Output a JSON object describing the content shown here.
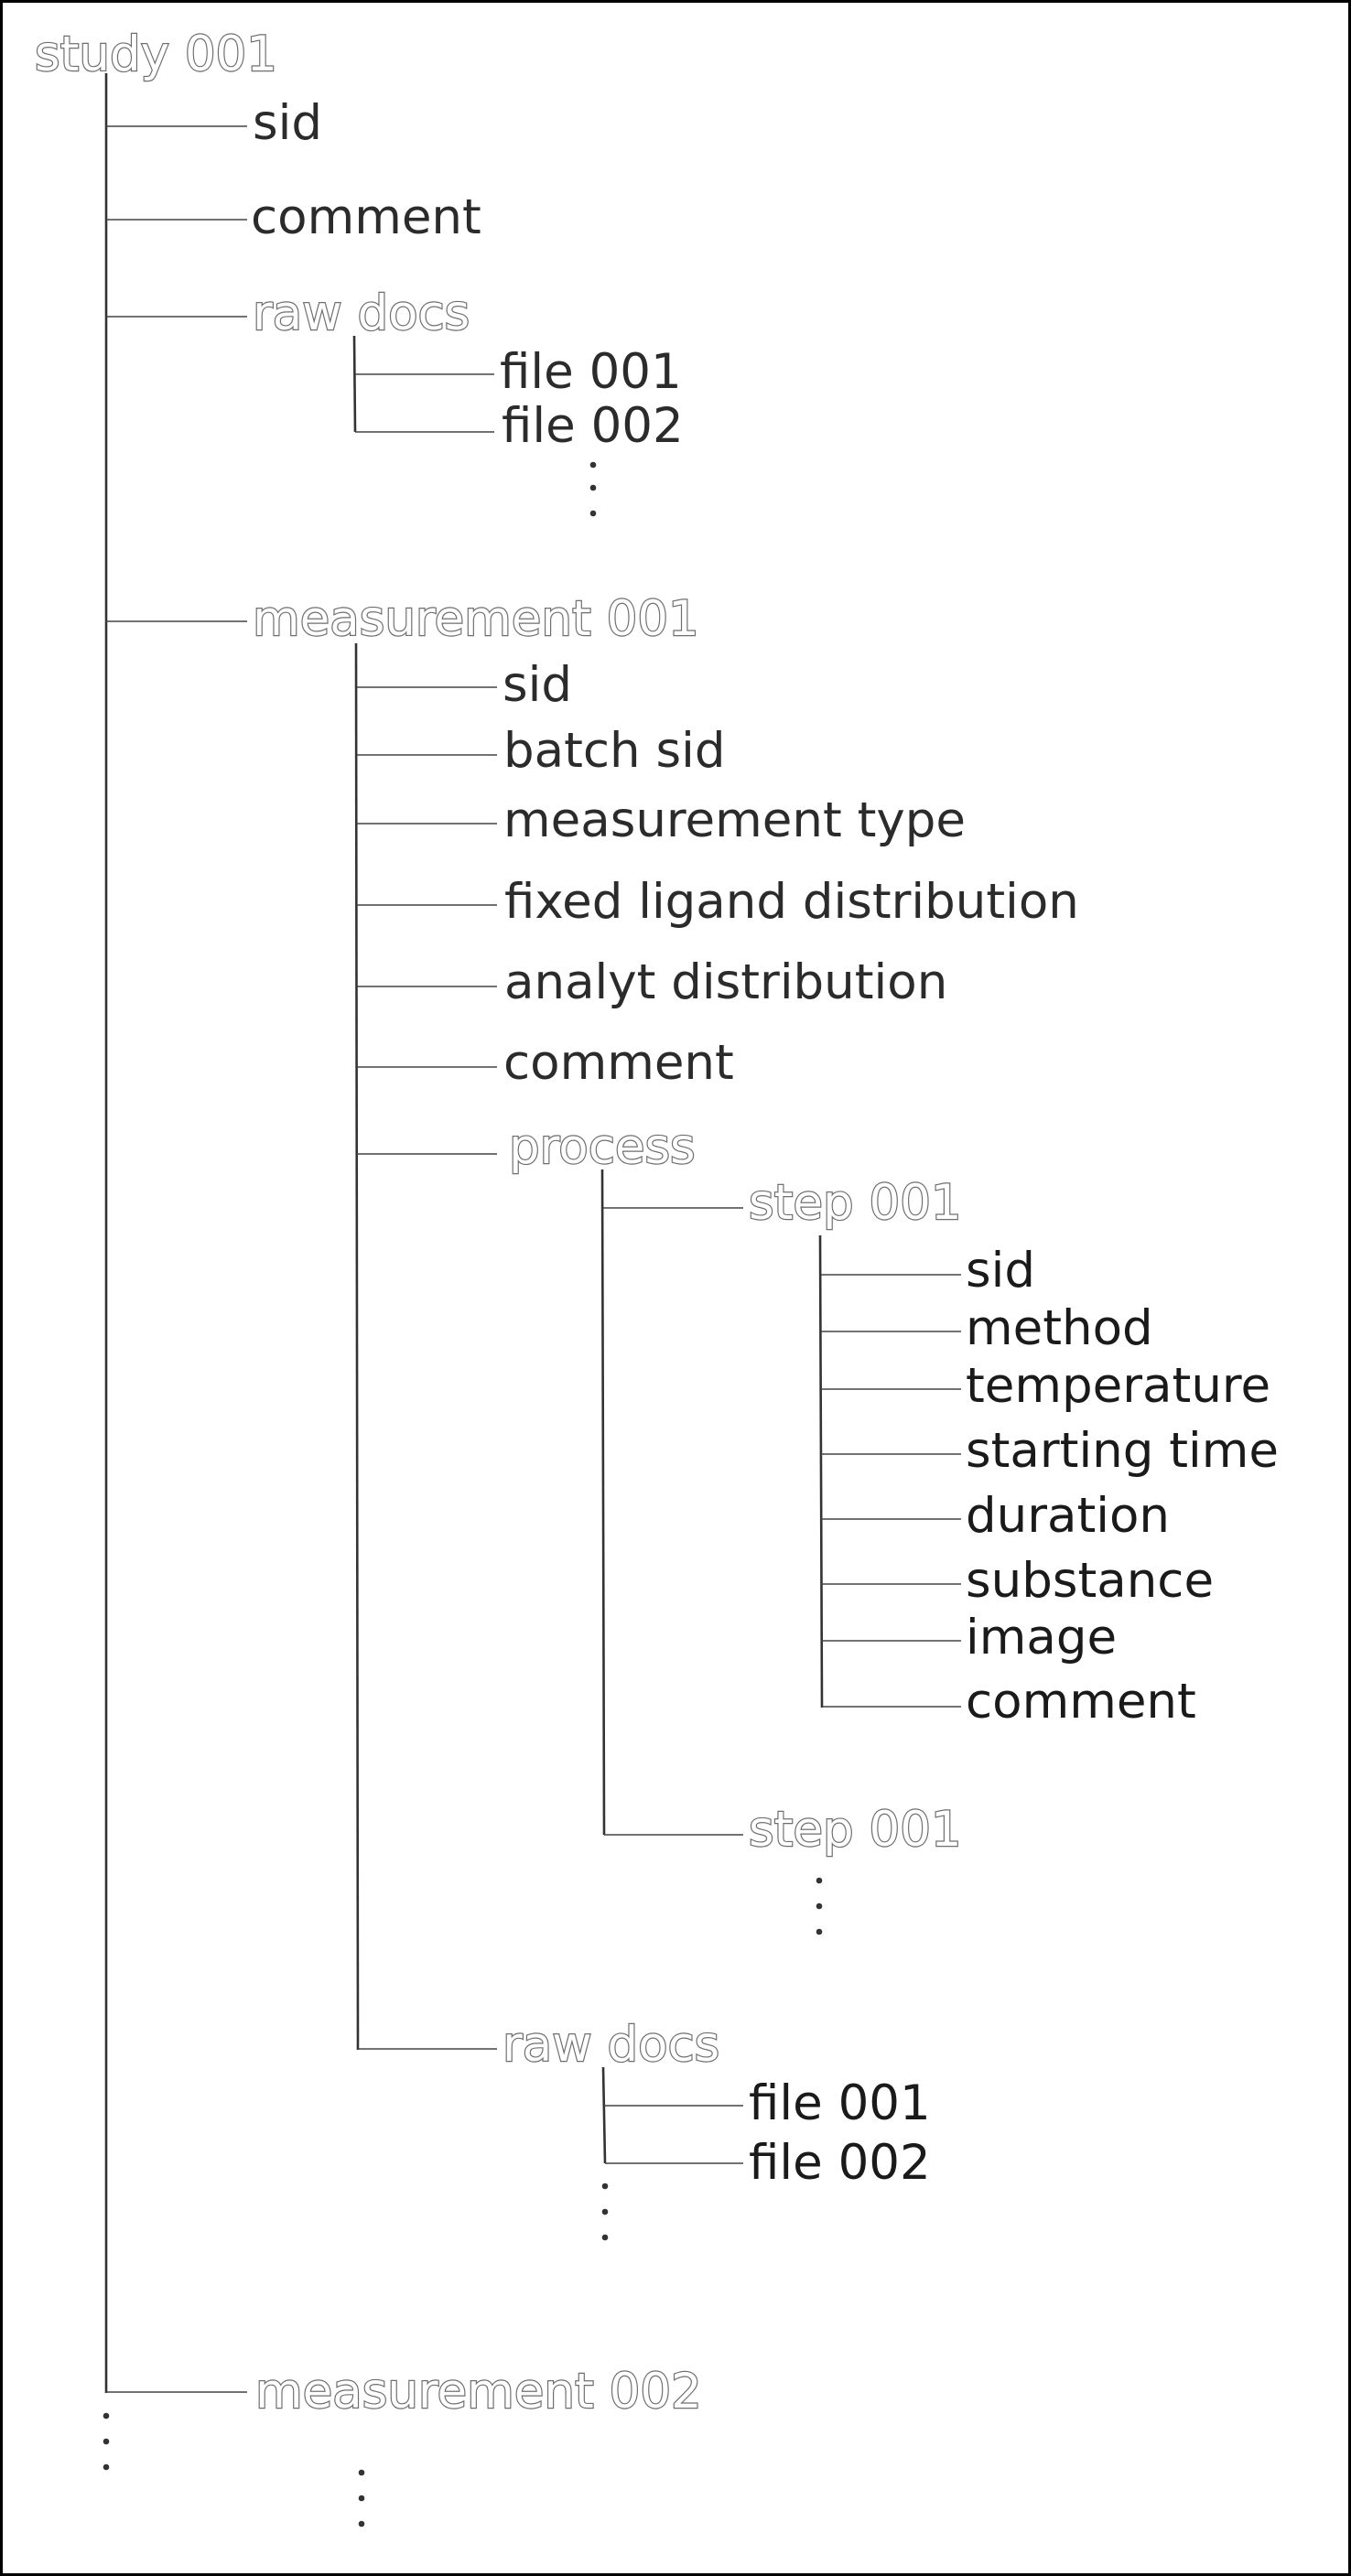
{
  "tree": {
    "root": {
      "label": "study 001"
    },
    "study": {
      "sid": "sid",
      "comment": "comment",
      "raw_docs": {
        "label": "raw docs",
        "files": [
          "file 001",
          "file 002"
        ]
      },
      "measurement_001": {
        "label": "measurement 001",
        "fields": [
          "sid",
          "batch sid",
          "measurement type",
          "fixed ligand distribution",
          "analyt distribution",
          "comment"
        ],
        "process": {
          "label": "process",
          "step_first": {
            "label": "step 001",
            "fields": [
              "sid",
              "method",
              "temperature",
              "starting time",
              "duration",
              "substance",
              "image",
              "comment"
            ]
          },
          "step_second": {
            "label": "step 001"
          }
        },
        "raw_docs": {
          "label": "raw docs",
          "files": [
            "file 001",
            "file 002"
          ]
        }
      },
      "measurement_002": {
        "label": "measurement 002"
      }
    }
  },
  "colors": {
    "outlined_label_stroke": "#6e6e6e",
    "leaf_text": "#2b2b2b",
    "connector": "#444444",
    "border": "#000000"
  }
}
